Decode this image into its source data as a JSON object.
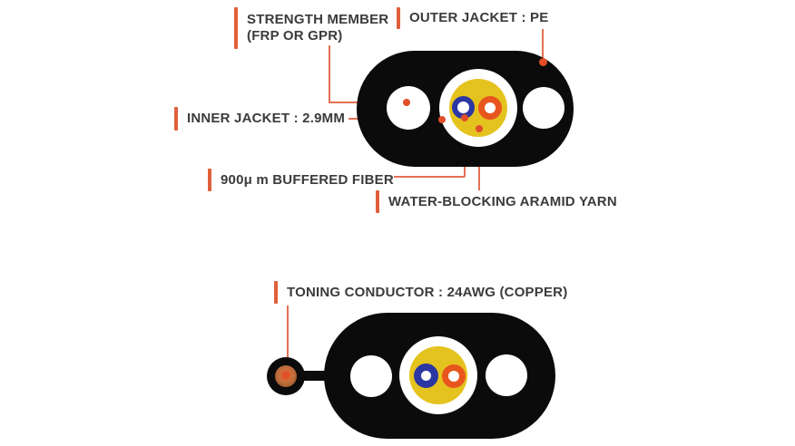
{
  "colors": {
    "background": "#FFFFFF",
    "accent": "#E0603A",
    "line": "#E47054",
    "marker": "#E14E28",
    "jacket": "#0B0B0B",
    "buffer_yellow": "#E5C31F",
    "fiber_blue": "#2B37A3",
    "fiber_orange": "#E8561E",
    "copper_core": "#C2703E",
    "copper_edge": "#8F4E26",
    "copper_dot": "#E2612E",
    "text": "#3B3B3B"
  },
  "top_diagram": {
    "labels": {
      "strength_member_line1": "STRENGTH MEMBER",
      "strength_member_line2": "(FRP OR GPR)",
      "outer_jacket": "OUTER JACKET : PE",
      "inner_jacket": "INNER JACKET : 2.9MM",
      "buffered_fiber": "900μ m BUFFERED FIBER",
      "aramid_yarn": "WATER-BLOCKING ARAMID YARN"
    }
  },
  "bottom_diagram": {
    "labels": {
      "toning_conductor": "TONING CONDUCTOR : 24AWG (COPPER)"
    }
  }
}
